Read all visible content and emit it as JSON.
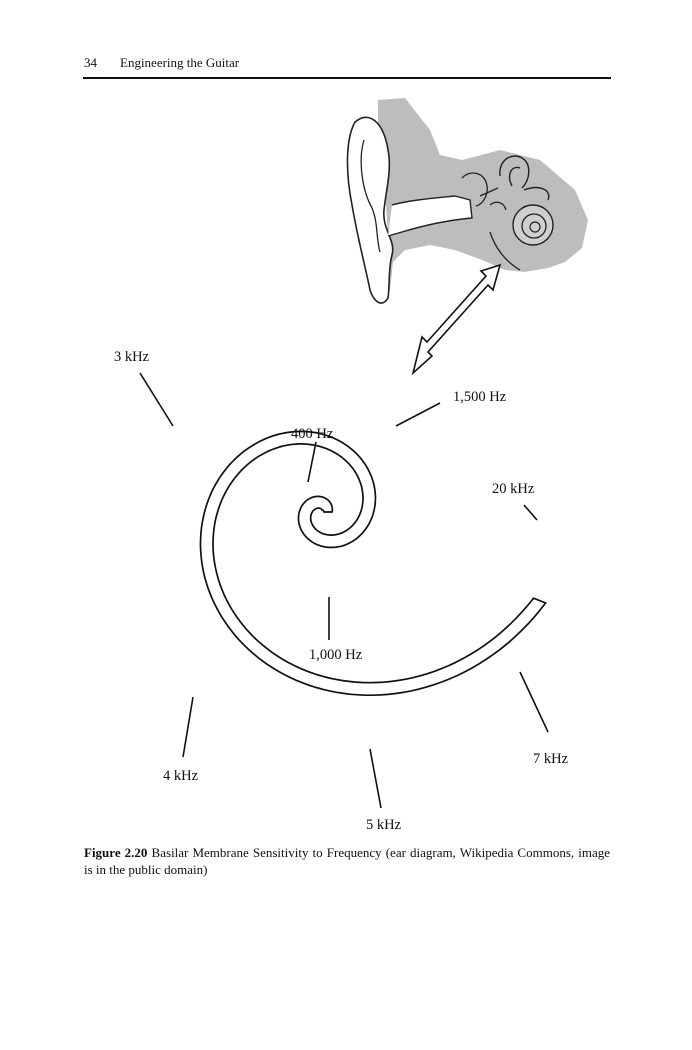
{
  "header": {
    "page_number": "34",
    "running_title": "Engineering the Guitar"
  },
  "figure": {
    "labels": {
      "hz_400": "400 Hz",
      "hz_1000": "1,000 Hz",
      "hz_1500": "1,500 Hz",
      "khz_3": "3 kHz",
      "khz_4": "4 kHz",
      "khz_5": "5 kHz",
      "khz_7": "7 kHz",
      "khz_20": "20 kHz"
    },
    "ear_diagram": "inner ear illustration with cochlea",
    "arrow": "double-headed arrow"
  },
  "caption": {
    "label": "Figure 2.20",
    "text": "Basilar Membrane Sensitivity to Frequency (ear diagram, Wikipedia Commons, image is in the public domain)"
  }
}
